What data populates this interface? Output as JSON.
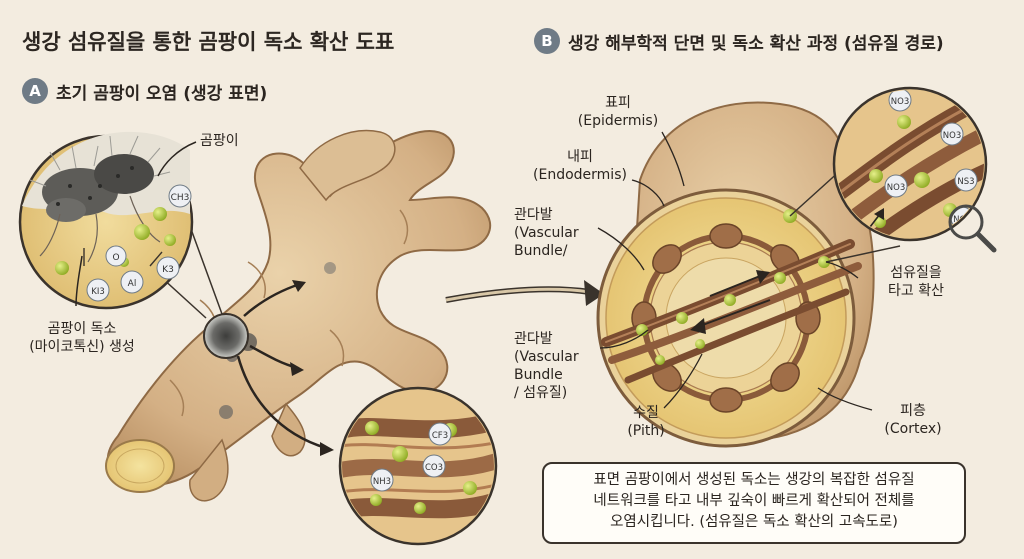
{
  "title": "생강 섬유질을 통한 곰팡이 독소 확산 도표",
  "section_a": {
    "badge": "A",
    "title": "초기 곰팡이 오염 (생강 표면)"
  },
  "section_b": {
    "badge": "B",
    "title": "생강 해부학적 단면 및 독소 확산 과정 (섬유질 경로)"
  },
  "labels": {
    "mold": "곰팡이",
    "toxin_production": [
      "곰팡이 독소",
      "(마이코톡신) 생성"
    ],
    "epidermis": [
      "표피",
      "(Epidermis)"
    ],
    "endodermis": [
      "내피",
      "(Endodermis)"
    ],
    "vascular_bundle_1": [
      "관다발",
      "(Vascular",
      "Bundle/"
    ],
    "vascular_bundle_2": [
      "관다발",
      "(Vascular",
      "Bundle",
      "/ 섬유질)"
    ],
    "pith": [
      "수질",
      "(Pith)"
    ],
    "cortex": [
      "피층",
      "(Cortex)"
    ],
    "spread_via_fiber": [
      "섬유질을",
      "타고 확산"
    ]
  },
  "molecules_a": [
    "CH3",
    "K3",
    "Al",
    "O",
    "KI3"
  ],
  "molecules_b": [
    "NO3",
    "NO3",
    "NS3",
    "NO3",
    "NC3"
  ],
  "molecules_c": [
    "CF3",
    "CO3",
    "NH3"
  ],
  "note": [
    "표면 곰팡이에서 생성된 독소는 생강의 복잡한 섬유질",
    "네트워크를 타고 내부 깊숙이 빠르게 확산되어 전체를",
    "오염시킵니다. (섬유질은 독소 확산의 고속도로)"
  ],
  "colors": {
    "background": "#f3ece0",
    "ginger_skin": "#d9b98f",
    "ginger_shadow": "#b88f62",
    "ginger_flesh": "#e9cd8a",
    "fiber": "#8a5a3a",
    "toxin": "#a7c53a",
    "mold": "#4a4a48",
    "badge": "#6f7b86"
  }
}
